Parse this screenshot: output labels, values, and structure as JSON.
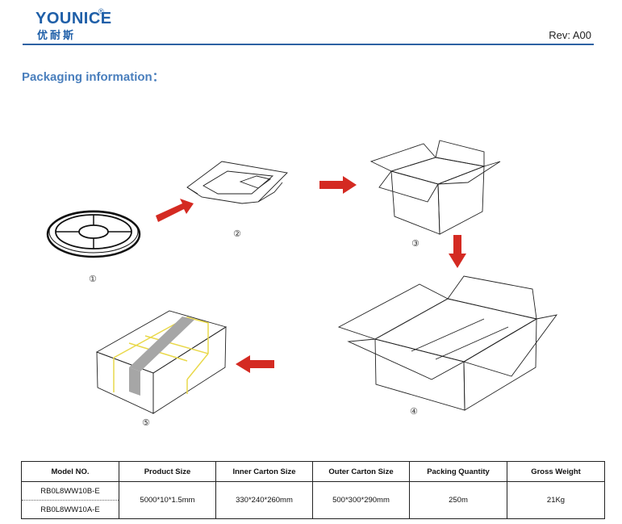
{
  "header": {
    "logo_text": "YOUNICE",
    "logo_cn": "优耐斯",
    "logo_registered": "®",
    "revision": "Rev: A00"
  },
  "section_title": "Packaging information：",
  "steps": [
    "①",
    "②",
    "③",
    "④",
    "⑤"
  ],
  "colors": {
    "brand": "#1f5fa8",
    "title": "#4a7fbd",
    "arrow": "#d42a22",
    "tape_gray": "#a6a6a6",
    "strap_yellow": "#e9d84a"
  },
  "table": {
    "headers": [
      "Model NO.",
      "Product Size",
      "Inner Carton Size",
      "Outer Carton Size",
      "Packing Quantity",
      "Gross Weight"
    ],
    "models": [
      "RB0L8WW10B-E",
      "RB0L8WW10A-E"
    ],
    "product_size": "5000*10*1.5mm",
    "inner_carton_size": "330*240*260mm",
    "outer_carton_size": "500*300*290mm",
    "packing_quantity": "250m",
    "gross_weight": "21Kg"
  }
}
